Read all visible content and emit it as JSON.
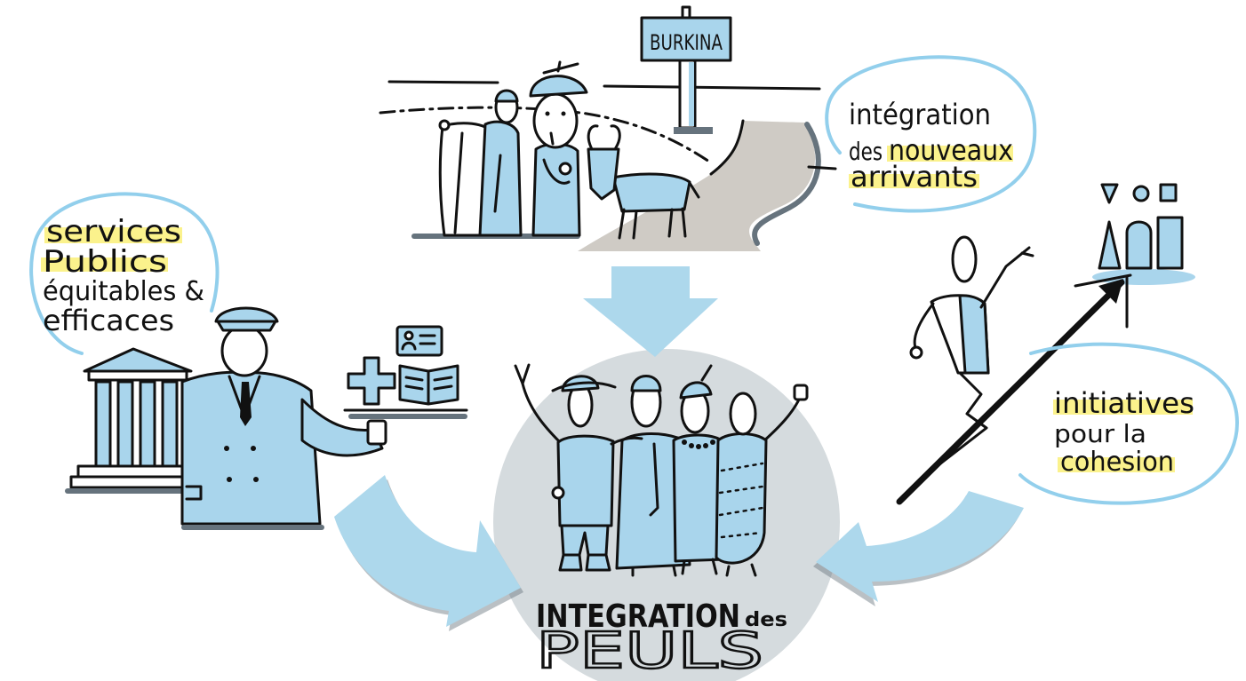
{
  "illustration": {
    "sign": {
      "label": "BURKINA"
    },
    "bubble_top": {
      "line1": "intégration",
      "line2_plain": "des",
      "line2_highlight": "nouveaux",
      "line3_highlight": "arrivants"
    },
    "bubble_left": {
      "line1_highlight": "services",
      "line2_highlight": "Publics",
      "line3": "équitables &",
      "line4": "efficaces"
    },
    "bubble_right": {
      "line1_highlight": "initiatives",
      "line2": "pour la",
      "line3_highlight": "cohesion"
    },
    "center_title": {
      "line1": "INTEGRATION",
      "line1_suffix": "des",
      "line2": "PEULS"
    }
  },
  "colors": {
    "figure_blue": "#a9d5ec",
    "arrow_blue": "#add8ec",
    "shadow_grey": "#66737d",
    "circle_grey": "#d5dbde",
    "road_grey": "#cfcbc5",
    "highlight_yellow": "#fbf28c",
    "bubble_outline": "#92cfec",
    "ink": "#111111"
  }
}
